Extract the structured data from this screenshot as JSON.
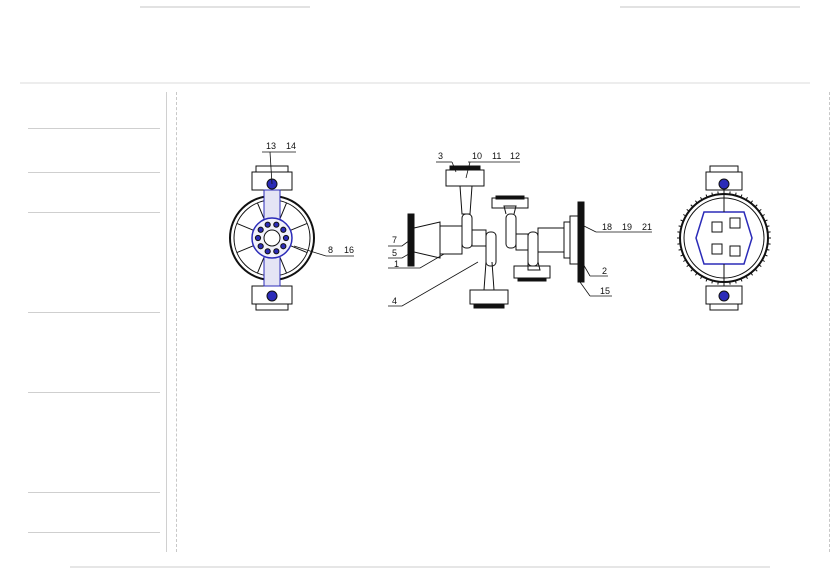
{
  "drawing": {
    "colors": {
      "line": "#111111",
      "accent": "#2b2bb8",
      "fill": "#d9d9f2"
    },
    "callouts": {
      "c1": "1",
      "c2": "2",
      "c3": "3",
      "c4": "4",
      "c5": "5",
      "c7": "7",
      "c8": "8",
      "c10": "10",
      "c11": "11",
      "c12": "12",
      "c13": "13",
      "c14": "14",
      "c15": "15",
      "c16": "16",
      "c18": "18",
      "c19": "19",
      "c21": "21"
    }
  }
}
